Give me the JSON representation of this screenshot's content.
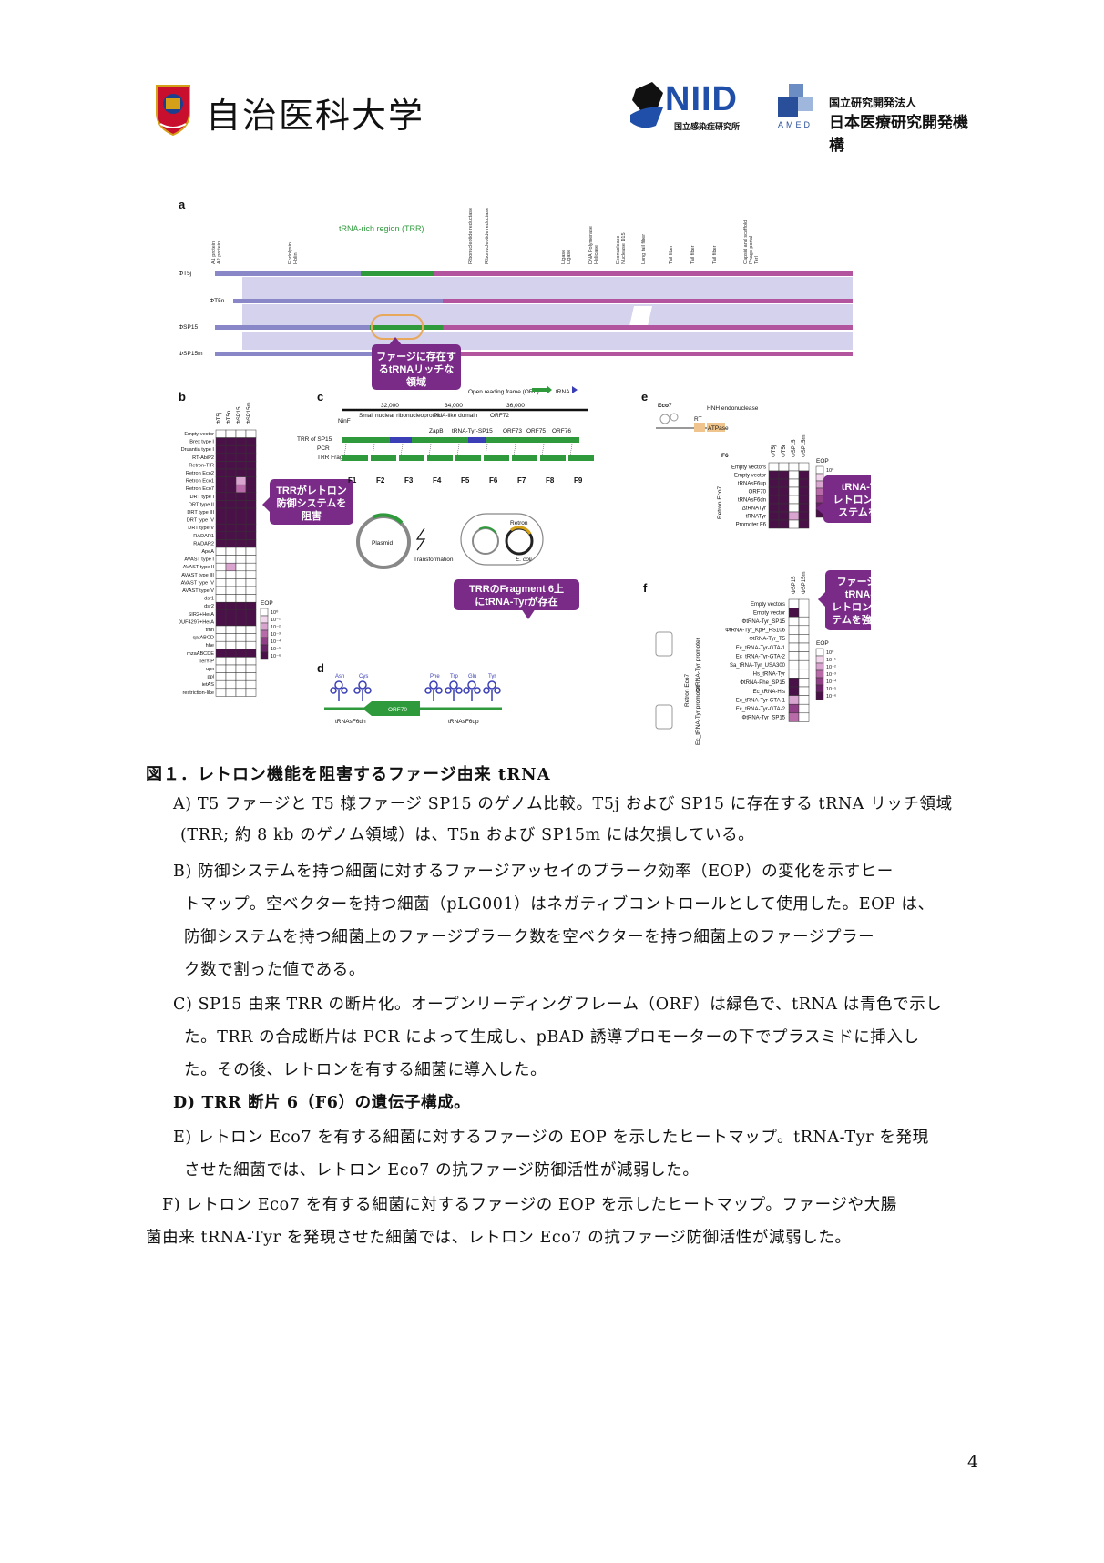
{
  "header": {
    "university": "自治医科大学",
    "niid_logo": "NIID",
    "niid_sub": "国立感染症研究所",
    "amed_line1": "国立研究開発法人",
    "amed_line2": "日本医療研究開発機構",
    "amed_logo": "AMED"
  },
  "figure": {
    "panels": [
      "a",
      "b",
      "c",
      "d",
      "e",
      "f"
    ],
    "a": {
      "genomes": [
        "ΦT5j",
        "ΦT5n",
        "ΦSP15",
        "ΦSP15m"
      ],
      "trr_label": "tRNA-rich region (TRR)",
      "gene_labels": [
        "A1 protein",
        "A2 protein",
        "Endolysin",
        "Holin",
        "Ribonucleotide reductase",
        "Ribonucleotide reductase",
        "Ligase",
        "Ligase",
        "DNA Polymerase",
        "Helicase",
        "Exonuclease",
        "Nuclease D15",
        "Long tail fiber",
        "Tail fiber",
        "Tail fiber",
        "Tail fiber",
        "Capsid and scaffold",
        "Phage portal",
        "Terl"
      ],
      "callout": [
        "ファージに存在す",
        "るtRNAリッチな",
        "領域"
      ]
    },
    "b": {
      "columns": [
        "ΦT5j",
        "ΦT5n",
        "ΦSP15",
        "ΦSP15m"
      ],
      "rows": [
        "Empty vector",
        "Brex type I",
        "Druantia type I",
        "RT-AbiP2",
        "Retron-TIR",
        "Retron Eco2",
        "Retron Eco1",
        "Retron Eco7",
        "DRT type I",
        "DRT type II",
        "DRT type III",
        "DRT type IV",
        "DRT type V",
        "RADAR1",
        "RADAR2",
        "ApeA",
        "AVAST type I",
        "AVAST type II",
        "AVAST type III",
        "AVAST type IV",
        "AVAST type V",
        "dsr1",
        "dsr2",
        "SIR2+HerA",
        "DUF4297+HerA",
        "tmn",
        "qatABCD",
        "hhe",
        "mzaABCDE",
        "TerY-P",
        "upx",
        "ppl",
        "ietAS",
        "restriction-like"
      ],
      "eop_title": "EOP",
      "eop_ticks": [
        "10⁰",
        "10⁻¹",
        "10⁻²",
        "10⁻³",
        "10⁻⁴",
        "10⁻⁵",
        "10⁻⁶"
      ],
      "callout": [
        "TRRがレトロン",
        "防御システムを",
        "阻害"
      ]
    },
    "c": {
      "legend_orf": "Open reading frame (ORF)",
      "legend_trna": "tRNA",
      "coords": [
        "32,000",
        "34,000",
        "36,000"
      ],
      "row_labels": [
        "TRR of SP15",
        "PCR",
        "TRR Fragment"
      ],
      "gene_labels": [
        "NinF",
        "Small nuclear ribonucleoprotein",
        "PUA-like domain",
        "ZapB",
        "ORF72",
        "tRNA-Tyr-SP15",
        "ORF73",
        "ORF75",
        "ORF76"
      ],
      "fragments": [
        "F1",
        "F2",
        "F3",
        "F4",
        "F5",
        "F6",
        "F7",
        "F8",
        "F9"
      ],
      "plasmid": "Plasmid",
      "transformation": "Transformation",
      "retron": "Retron",
      "ecoli": "E. coli",
      "callout": [
        "TRRのFragment 6上",
        "にtRNA-Tyrが存在"
      ]
    },
    "d": {
      "trnas": [
        "Asn",
        "Cys",
        "Phe",
        "Trp",
        "Glu",
        "Tyr"
      ],
      "orf": "ORF70",
      "left_label": "tRNAsF6dn",
      "right_label": "tRNAsF6up"
    },
    "e": {
      "eco7": "Eco7",
      "domains": [
        "RT",
        "ATPase"
      ],
      "hnh": "HNH endonuclease",
      "title": "F6",
      "columns": [
        "ΦT5j",
        "ΦT5n",
        "ΦSP15",
        "ΦSP15m"
      ],
      "rows": [
        "Empty vectors",
        "Empty vector",
        "tRNAsF6up",
        "ORF70",
        "tRNAsF6dn",
        "ΔtRNATyr",
        "tRNATyr",
        "Promoter F6"
      ],
      "group": "Retron Eco7",
      "eop_title": "EOP",
      "eop_ticks": [
        "10⁰",
        "10⁻¹",
        "10⁻²",
        "10⁻³",
        "10⁻⁴",
        "10⁻⁵",
        "10⁻⁶"
      ],
      "callout": [
        "tRNA-Tyrが",
        "レトロン防御シ",
        "ステムを阻害"
      ]
    },
    "f": {
      "columns": [
        "ΦSP15",
        "ΦSP15m"
      ],
      "rows": [
        "Empty vectors",
        "Empty vector",
        "ΦtRNA-Tyr_SP15",
        "ΦtRNA-Tyr_KpP_HS106",
        "ΦtRNA-Tyr_T5",
        "Ec_tRNA-Tyr-GTA-1",
        "Ec_tRNA-Tyr-GTA-2",
        "Sa_tRNA-Tyr_USA300",
        "Hs_tRNA-Tyr",
        "ΦtRNA-Phe_SP15",
        "Ec_tRNA-His",
        "Ec_tRNA-Tyr-GTA-1",
        "Ec_tRNA-Tyr-GTA-2",
        "ΦtRNA-Tyr_SP15"
      ],
      "group1": "ΦtRNA-Tyr promoter",
      "group2": "Ec_tRNA-Tyr promoter",
      "group": "Retron Eco7",
      "eop_title": "EOP",
      "eop_ticks": [
        "10⁰",
        "10⁻¹",
        "10⁻²",
        "10⁻³",
        "10⁻⁴",
        "10⁻⁵",
        "10⁻⁶"
      ],
      "callout": [
        "ファージ由来の",
        "tRNA-Tyrが",
        "レトロン防御シス",
        "テムを強力に阻害"
      ]
    }
  },
  "caption": {
    "title": "図１．レトロン機能を阻害するファージ由来 tRNA",
    "A_line1": "A) T5 ファージと T5 様ファージ SP15 のゲノム比較。T5j および SP15 に存在する tRNA リッチ領域",
    "A_line2": "(TRR; 約 8 kb のゲノム領域）は、T5n および SP15m には欠損している。",
    "B_line1": "B)  防御システムを持つ細菌に対するファージアッセイのプラーク効率（EOP）の変化を示すヒー",
    "B_line2": "トマップ。空ベクターを持つ細菌（pLG001）はネガティブコントロールとして使用した。EOP は、",
    "B_line3": "防御システムを持つ細菌上のファージプラーク数を空ベクターを持つ細菌上のファージプラー",
    "B_line4": "ク数で割った値である。",
    "C_line1": "C) SP15 由来 TRR の断片化。オープンリーディングフレーム（ORF）は緑色で、tRNA は青色で示し",
    "C_line2": "た。TRR の合成断片は PCR によって生成し、pBAD 誘導プロモーターの下でプラスミドに挿入し",
    "C_line3": "た。その後、レトロンを有する細菌に導入した。",
    "D_line1": "D) TRR 断片 6（F6）の遺伝子構成。",
    "E_line1": "E)  レトロン Eco7 を有する細菌に対するファージの EOP を示したヒートマップ。tRNA-Tyr を発現",
    "E_line2": "させた細菌では、レトロン Eco7 の抗ファージ防御活性が減弱した。",
    "F_line1": "F)  レトロン Eco7 を有する細菌に対するファージの EOP を示したヒートマップ。ファージや大腸",
    "F_line2": "菌由来 tRNA-Tyr を発現させた細菌では、レトロン Eco7 の抗ファージ防御活性が減弱した。"
  },
  "page_number": "4",
  "colors": {
    "purple": "#7a2b88",
    "magenta_gene": "#b2559e",
    "green_gene": "#2f9a3c",
    "blue_trna": "#3b3fb6",
    "homology": "#b9b6de"
  }
}
